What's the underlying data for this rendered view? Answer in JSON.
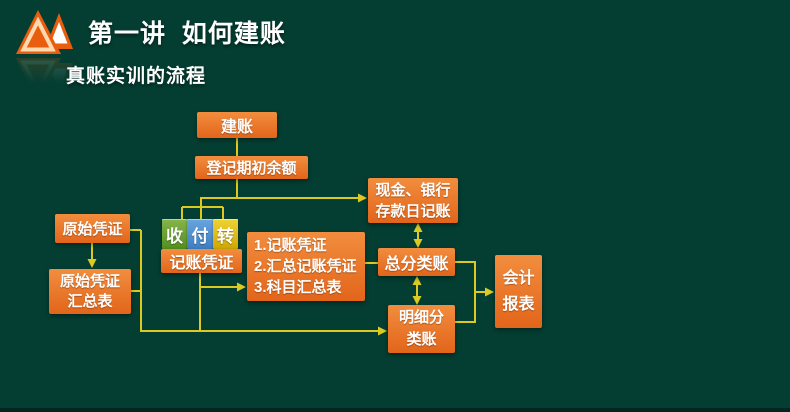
{
  "slide": {
    "background_color": "#043e32",
    "header": {
      "logo_icon": "twin-mountain-triangles",
      "title": "第一讲  如何建账"
    },
    "subtitle": "真账实训的流程",
    "flowchart": {
      "line_color": "#dcc922",
      "node_color_top": "#f28d3e",
      "node_color_bottom": "#e2651a",
      "tag_colors": {
        "receipt": "#6ca332",
        "payment": "#4f8fcc",
        "transfer": "#e0b517"
      },
      "nodes": {
        "setup": "建账",
        "opening_balance": "登记期初余额",
        "original_voucher": "原始凭证",
        "voucher_summary": {
          "line1": "原始凭证",
          "line2": "汇总表"
        },
        "receipt": "收",
        "payment": "付",
        "transfer": "转",
        "bookkeeping_voucher": "记账凭证",
        "voucher_outputs": [
          "1.记账凭证",
          "2.汇总记账凭证",
          "3.科目汇总表"
        ],
        "cash_journal": {
          "line1": "现金、银行",
          "line2": "存款日记账"
        },
        "general_ledger": "总分类账",
        "subsidiary_ledger": {
          "line1": "明细分",
          "line2": "类账"
        },
        "financial_report": {
          "line1": "会计",
          "line2": "报表"
        }
      },
      "edges": [
        {
          "from": "setup",
          "to": "opening_balance",
          "style": "line"
        },
        {
          "from": "opening_balance",
          "to": "cash_journal",
          "style": "arrow"
        },
        {
          "from": "opening_balance",
          "to": "receipt|payment|transfer",
          "style": "fan"
        },
        {
          "from": "original_voucher",
          "to": "voucher_summary",
          "style": "arrow"
        },
        {
          "from": "original_voucher",
          "to": "subsidiary_ledger",
          "style": "arrow"
        },
        {
          "from": "voucher_summary",
          "to": "subsidiary_ledger",
          "style": "arrow"
        },
        {
          "from": "bookkeeping_voucher",
          "to": "voucher_outputs",
          "style": "arrow"
        },
        {
          "from": "bookkeeping_voucher",
          "to": "subsidiary_ledger",
          "style": "arrow"
        },
        {
          "from": "voucher_outputs",
          "to": "general_ledger",
          "style": "line"
        },
        {
          "from": "cash_journal",
          "to": "general_ledger",
          "style": "double-arrow"
        },
        {
          "from": "general_ledger",
          "to": "subsidiary_ledger",
          "style": "double-arrow"
        },
        {
          "from": "general_ledger",
          "to": "financial_report",
          "style": "arrow"
        },
        {
          "from": "subsidiary_ledger",
          "to": "financial_report",
          "style": "arrow"
        }
      ]
    }
  }
}
